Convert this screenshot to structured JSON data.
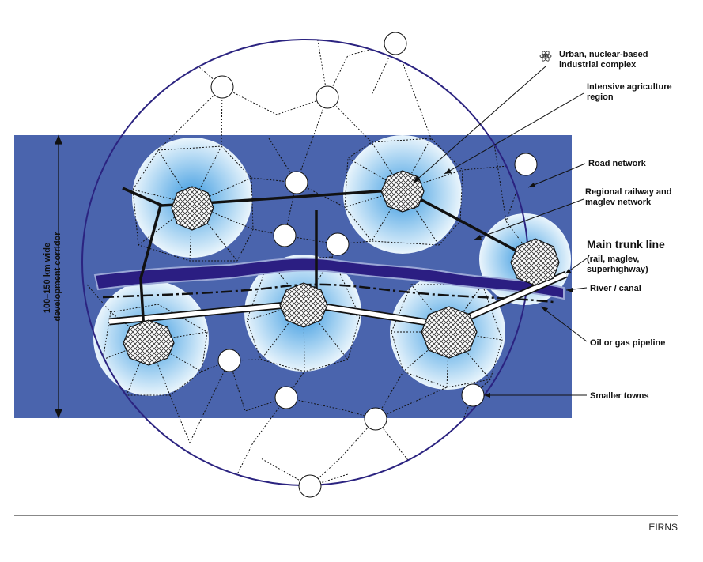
{
  "legend": {
    "urban": [
      "Urban, nuclear-based",
      "industrial complex"
    ],
    "agriculture": [
      "Intensive agriculture",
      "region"
    ],
    "road": "Road network",
    "railway": [
      "Regional railway and",
      "maglev network"
    ],
    "trunk_title": "Main trunk line",
    "trunk_sub": [
      "(rail, maglev,",
      "superhighway)"
    ],
    "river": "River / canal",
    "pipeline": "Oil or gas pipeline",
    "towns": "Smaller towns"
  },
  "corridor": [
    "100–150 km wide",
    "development corridor"
  ],
  "credit": "EIRNS",
  "colors": {
    "corridor": "#4a64ad",
    "river": "#2b1e82",
    "circle": "#2b2380",
    "agri_center": "#4aa6e6",
    "agri_edge": "#e8f4fc"
  }
}
